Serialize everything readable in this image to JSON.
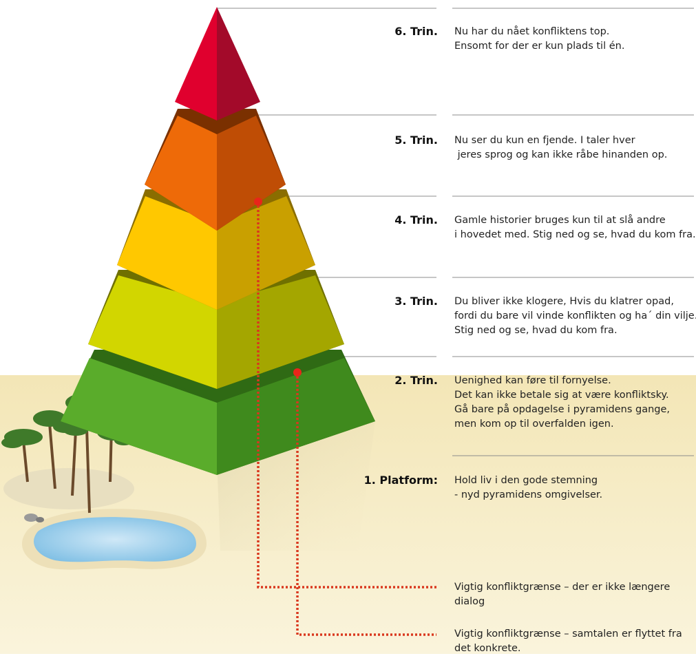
{
  "colors": {
    "ground": "#f5ebc0",
    "line": "#8c8c8c",
    "boundary": "#d9381e",
    "tier6": [
      "#e0002e",
      "#a30a2a"
    ],
    "tier5": [
      "#ee6a08",
      "#bf4d05"
    ],
    "tier4": [
      "#ffc800",
      "#c9a000"
    ],
    "tier3": [
      "#d2d600",
      "#a4a600"
    ],
    "tier2": [
      "#5aac2b",
      "#3f8a1d"
    ]
  },
  "tiers": [
    {
      "label": "6. Trin.",
      "lines": [
        "Nu har du nået konfliktens top.",
        "Ensomt for der er kun plads til én."
      ]
    },
    {
      "label": "5. Trin.",
      "lines": [
        "Nu ser du kun en fjende. I taler hver",
        " jeres sprog og kan ikke råbe hinanden op."
      ]
    },
    {
      "label": "4. Trin.",
      "lines": [
        "Gamle historier bruges kun til at slå andre",
        "i hovedet med. Stig ned og se, hvad du kom fra."
      ]
    },
    {
      "label": "3. Trin.",
      "lines": [
        "Du bliver ikke klogere, Hvis du klatrer opad,",
        "fordi du bare vil vinde konflikten og ha´ din vilje.",
        "Stig ned og se, hvad du kom fra."
      ]
    },
    {
      "label": "2. Trin.",
      "lines": [
        "Uenighed kan føre til fornyelse.",
        "Det kan ikke betale sig at være konfliktsky.",
        "Gå bare på opdagelse i pyramidens gange,",
        "men kom op til overfalden igen."
      ]
    },
    {
      "label": "1. Platform:",
      "lines": [
        "Hold liv i den gode stemning",
        "- nyd pyramidens omgivelser."
      ]
    }
  ],
  "boundaries": [
    {
      "text": "Vigtig konfliktgrænse – der er ikke længere dialog"
    },
    {
      "text": "Vigtig konfliktgrænse – samtalen er flyttet fra det konkrete."
    }
  ]
}
